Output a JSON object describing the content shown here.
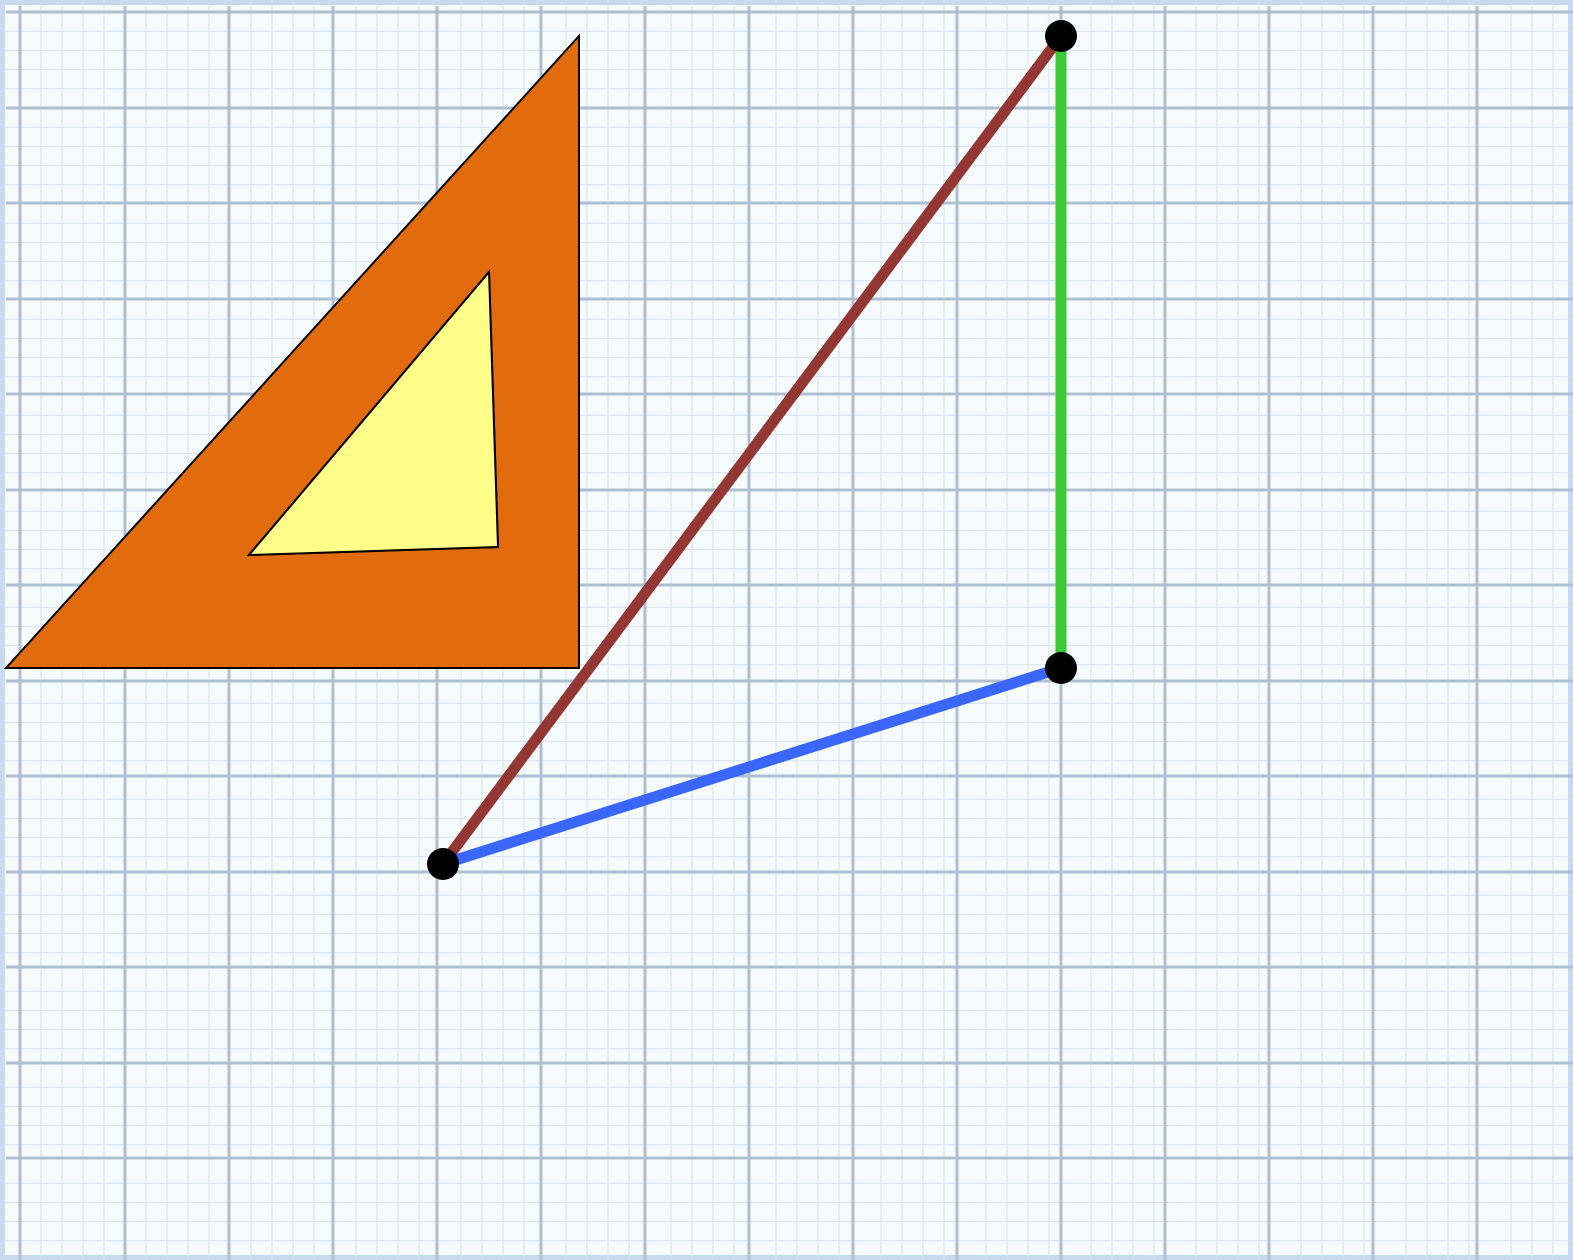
{
  "canvas": {
    "background": "#f6fbfe",
    "border_color": "#c9d9ee",
    "grid_minor_color": "#d8e3ee",
    "grid_major_color": "#aebfd2",
    "minor_step_squares": 0.2
  },
  "set_square": {
    "name": "set-square-ruler",
    "icon": "set-square-icon",
    "fill": "#e26c0d",
    "hole_fill": "#fffe88",
    "outline": "#000000"
  },
  "segments": [
    {
      "name": "segment-hypotenuse",
      "color": "#923733",
      "from": "A",
      "to": "C"
    },
    {
      "name": "segment-vertical",
      "color": "#3ccb34",
      "from": "C",
      "to": "B"
    },
    {
      "name": "segment-base",
      "color": "#3a66fc",
      "from": "A",
      "to": "B"
    }
  ],
  "points": [
    {
      "id": "A",
      "name": "point-a"
    },
    {
      "id": "B",
      "name": "point-b"
    },
    {
      "id": "C",
      "name": "point-c"
    }
  ],
  "point_color": "#000000"
}
